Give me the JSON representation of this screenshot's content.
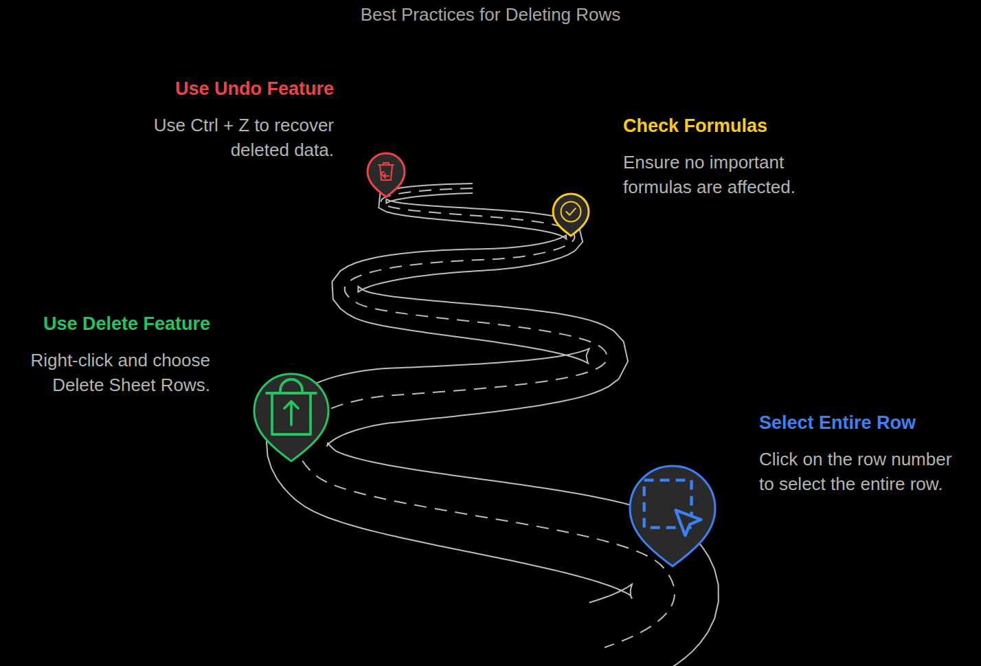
{
  "diagram": {
    "title": "Best Practices for Deleting Rows",
    "nodes": [
      {
        "text": [
          "Use Undo Feature",
          "Use Ctrl + Z to recover deleted data."
        ]
      },
      {
        "text": [
          "Check Formulas",
          "Ensure no important formulas are affected."
        ]
      },
      {
        "text": [
          "Use Delete Feature",
          "Right-click and choose Delete Sheet Rows."
        ]
      },
      {
        "text": [
          "Select Entire Row",
          "Click on the row number to select the entire row."
        ]
      }
    ]
  }
}
